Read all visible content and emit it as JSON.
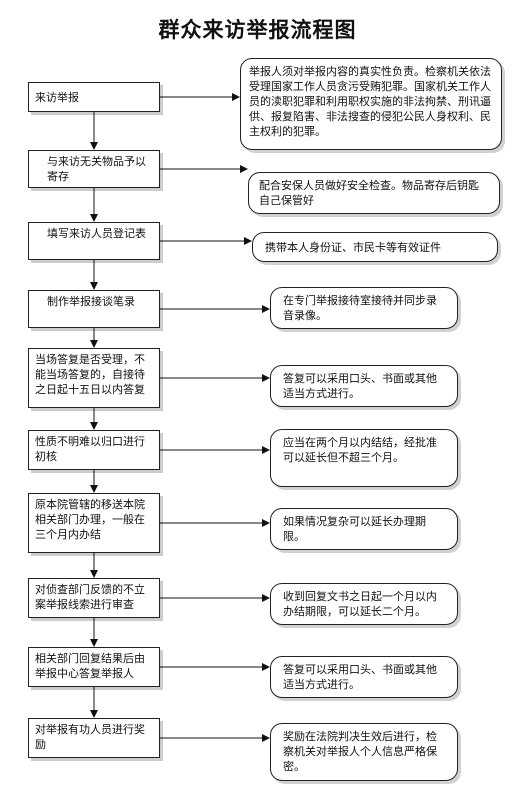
{
  "title": "群众来访举报流程图",
  "steps": [
    "来访举报",
    "与来访无关物品予以寄存",
    "填写来访人员登记表",
    "制作举报接谈笔录",
    "当场答复是否受理，不能当场答复的，自接待之日起十五日以内答复",
    "性质不明难以归口进行初核",
    "原本院管辖的移送本院相关部门办理，一般在三个月内办结",
    "对侦查部门反馈的不立案举报线索进行审查",
    "相关部门回复结果后由举报中心答复举报人",
    "对举报有功人员进行奖励"
  ],
  "notes": [
    "举报人须对举报内容的真实性负责。检察机关依法受理国家工作人员贪污受贿犯罪。国家机关工作人员的渎职犯罪和利用职权实施的非法拘禁、刑讯逼供、报复陷害、非法搜查的侵犯公民人身权利、民主权利的犯罪。",
    "配合安保人员做好安全检查。物品寄存后钥匙自己保管好",
    "携带本人身份证、市民卡等有效证件",
    "在专门举报接待室接待并同步录音录像。",
    "答复可以采用口头、书面或其他适当方式进行。",
    "应当在两个月以内结结，经批准可以延长但不超三个月。",
    "如果情况复杂可以延长办理期限。",
    "收到回复文书之日起一个月以内办结期限，可以延长二个月。",
    "答复可以采用口头、书面或其他适当方式进行。",
    "奖励在法院判决生效后进行，检察机关对举报人个人信息严格保密。"
  ]
}
